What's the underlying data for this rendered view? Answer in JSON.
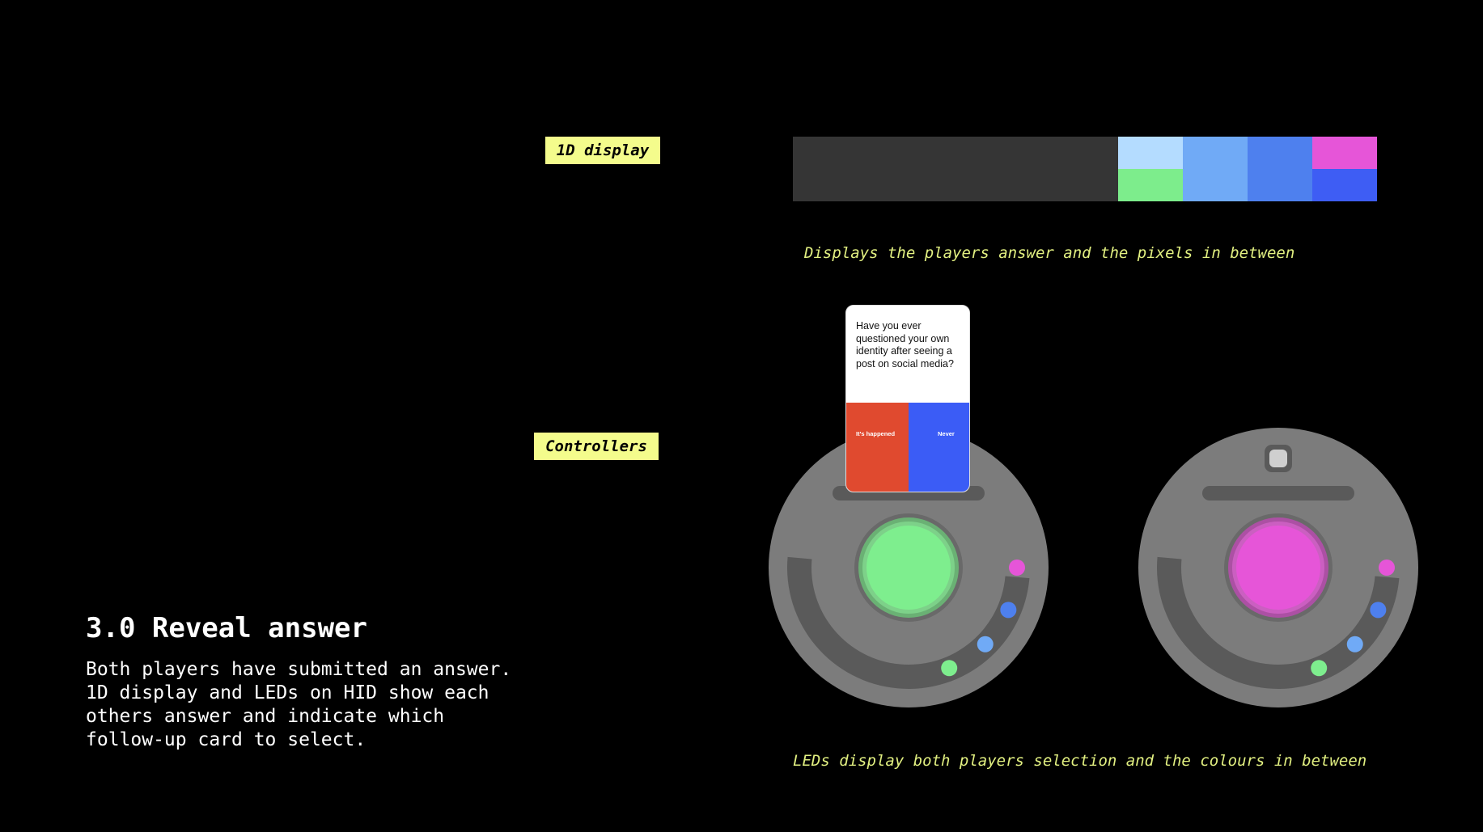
{
  "labels": {
    "display_tag": "1D display",
    "controllers_tag": "Controllers"
  },
  "captions": {
    "display": "Displays the players answer and the pixels in between",
    "leds": "LEDs display both players selection and the colours in between"
  },
  "section": {
    "title": "3.0 Reveal answer",
    "body": "Both players have submitted an answer.\n1D display and LEDs on HID show each\nothers answer and indicate which\nfollow-up card to select."
  },
  "card": {
    "question": "Have you ever questioned your own identity after seeing a post on social media?",
    "option_a": "It's happened",
    "option_b": "Never",
    "option_a_color": "#e04a2f",
    "option_b_color": "#3b5cf6"
  },
  "display_strip": {
    "off_color": "#353535",
    "top_colors": [
      "#b4dcff",
      "#70aaf6",
      "#4e80ee",
      "#e655d8"
    ],
    "bottom_colors": [
      "#7ded8c",
      "#70aaf6",
      "#4e80ee",
      "#3e5df4"
    ]
  },
  "controllers": {
    "body_color": "#7c7c7c",
    "left": {
      "button_color": "#7eee8e",
      "led_colors": [
        "#e655d8",
        "#4e80ee",
        "#70aaf6",
        "#7eee8e"
      ]
    },
    "right": {
      "button_color": "#e655d8",
      "led_colors": [
        "#e655d8",
        "#4e80ee",
        "#70aaf6",
        "#7eee8e"
      ]
    }
  }
}
